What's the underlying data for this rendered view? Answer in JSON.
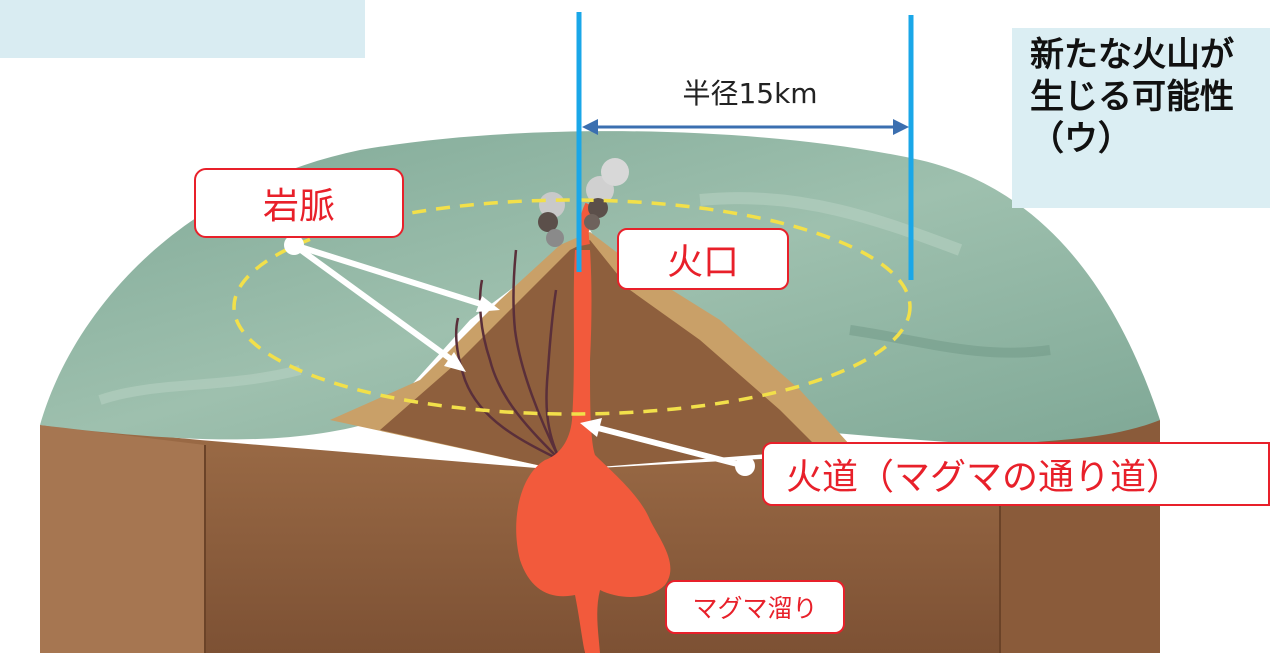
{
  "labels": {
    "dike": "岩脈",
    "crater": "火口",
    "conduit": "火道（マグマの通り道）",
    "magma_chamber": "マグマ溜り",
    "radius": "半径15km"
  },
  "callout": {
    "line1": "新たな火山が",
    "line2": "生じる可能性",
    "line3": "（ウ）"
  },
  "colors": {
    "label_red": "#e8202a",
    "radius_line": "#1aa7e8",
    "arrow": "#3b6fb0",
    "dashed_circle": "#f2e04a",
    "magma": "#f25a3c",
    "ground": "#8b5e3c",
    "surface": "#8fb2a0"
  }
}
